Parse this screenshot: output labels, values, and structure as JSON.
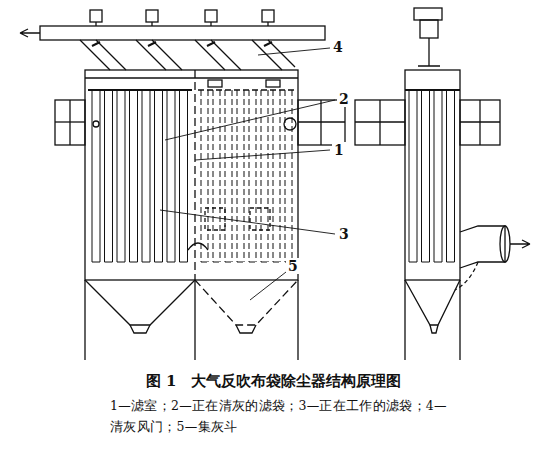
{
  "diagram": {
    "caption": "图 1　大气反吹布袋除尘器结构原理图",
    "labels": [
      "4",
      "2",
      "1",
      "3",
      "5",
      "1—滤室；2—正在清灰的滤袋；3—正在工作的滤袋；4—清灰风门；5—集灰斗"
    ]
  }
}
